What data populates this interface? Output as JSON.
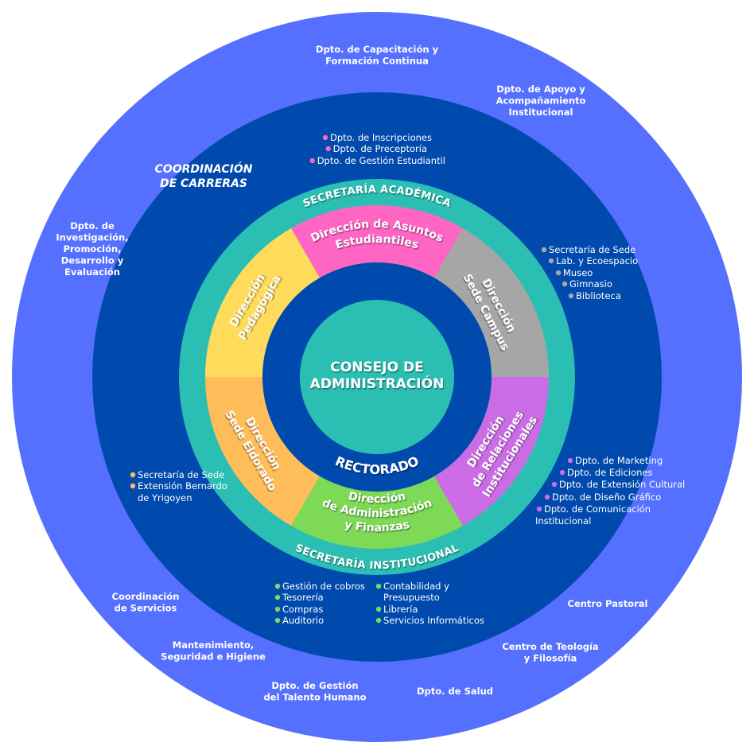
{
  "colors": {
    "outer_ring": "#5570FF",
    "middle_ring": "#004AAD",
    "teal": "#2BBFB4",
    "white": "#FFFFFF"
  },
  "center": {
    "title_line1": "CONSEJO DE",
    "title_line2": "ADMINISTRACIÓN",
    "rectorado": "RECTORADO"
  },
  "secretarias": {
    "top": "SECRETARÍA ACADÉMICA",
    "bottom": "SECRETARÍA INSTITUCIONAL"
  },
  "segments": [
    {
      "id": "pink",
      "color": "#FF66C4",
      "lines": [
        "Dirección de Asuntos",
        "Estudiantiles"
      ]
    },
    {
      "id": "gray",
      "color": "#A6A6A6",
      "lines": [
        "Dirección",
        "Sede Campus"
      ]
    },
    {
      "id": "purple",
      "color": "#CB6CE6",
      "lines": [
        "Dirección",
        "de Relaciones",
        "Institucionales"
      ]
    },
    {
      "id": "green",
      "color": "#7ED957",
      "lines": [
        "Dirección",
        "de Administración",
        "y Finanzas"
      ]
    },
    {
      "id": "orange",
      "color": "#FFBD59",
      "lines": [
        "Dirección",
        "Sede Eldorado"
      ]
    },
    {
      "id": "yellow",
      "color": "#FFDB5C",
      "lines": [
        "Dirección",
        "Pedagógica"
      ]
    }
  ],
  "coordinacion_carreras": [
    "COORDINACIÓN",
    "DE CARRERAS"
  ],
  "sub_lists": {
    "estudiantiles": {
      "bullet": "#FF66C4",
      "items": [
        "Dpto. de Inscripciones",
        "Dpto. de Preceptoría",
        "Dpto. de Gestión Estudiantil"
      ]
    },
    "campus": {
      "bullet": "#A6A6A6",
      "items": [
        "Secretaría de Sede",
        "Lab. y Ecoespacio",
        "Museo",
        "Gimnasio",
        "Biblioteca"
      ]
    },
    "relaciones": {
      "bullet": "#CB6CE6",
      "items": [
        "Dpto. de Marketing",
        "Dpto. de Ediciones",
        "Dpto. de Extensión Cultural",
        "Dpto. de Diseño Gráfico",
        "Dpto. de Comunicación",
        "Institucional"
      ]
    },
    "eldorado": {
      "bullet": "#FFBD59",
      "items": [
        "Secretaría de Sede",
        "Extensión Bernardo",
        "de Yrigoyen"
      ]
    },
    "finanzas_left": {
      "bullet": "#7ED957",
      "items": [
        "Gestión de cobros",
        "Tesorería",
        "Compras",
        "Auditorio"
      ]
    },
    "finanzas_right": {
      "bullet": "#7ED957",
      "items": [
        "Contabilidad  y",
        "Presupuesto",
        "Librería",
        "Servicios Informáticos"
      ]
    }
  },
  "outer_units": [
    {
      "lines": [
        "Dpto. de Capacitación y",
        "Formación Continua"
      ]
    },
    {
      "lines": [
        "Dpto. de Apoyo y",
        "Acompañamiento",
        "Institucional"
      ]
    },
    {
      "lines": [
        "Dpto. de",
        "Investigación,",
        "Promoción,",
        "Desarrollo y",
        "Evaluación"
      ]
    },
    {
      "lines": [
        "Coordinación",
        "de Servicios"
      ]
    },
    {
      "lines": [
        "Mantenimiento,",
        "Seguridad e Higiene"
      ]
    },
    {
      "lines": [
        "Dpto. de Gestión",
        "del Talento Humano"
      ]
    },
    {
      "lines": [
        "Dpto. de Salud"
      ]
    },
    {
      "lines": [
        "Centro de Teología",
        "y Filosofía"
      ]
    },
    {
      "lines": [
        "Centro Pastoral"
      ]
    }
  ]
}
